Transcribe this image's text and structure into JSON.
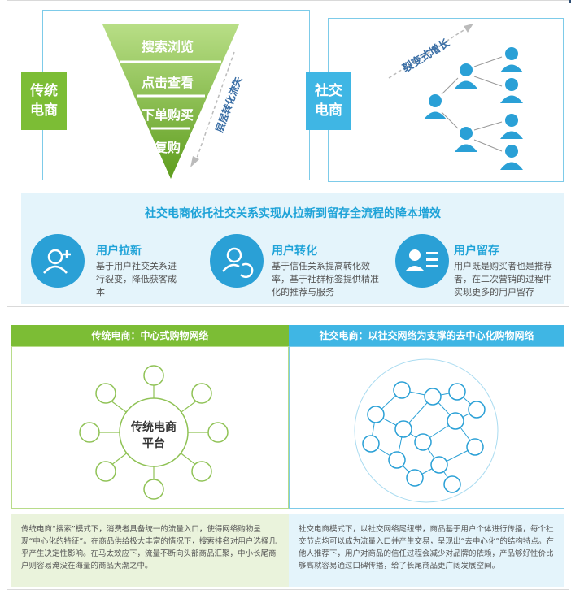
{
  "top": {
    "traditional_label": "传统\n电商",
    "social_label": "社交\n电商",
    "funnel_steps": [
      "搜索浏览",
      "点击查看",
      "下单购买",
      "复购"
    ],
    "funnel_arrow_label": "层层转化流失",
    "growth_arrow_label": "裂变式增长",
    "band_title": "社交电商依托社交关系实现从拉新到留存全流程的降本增效",
    "features": [
      {
        "title": "用户拉新",
        "desc": "基于用户社交关系进行裂变，降低获客成本",
        "icon": "add-user-icon"
      },
      {
        "title": "用户转化",
        "desc": "基于信任关系提高转化效率，基于社群标签提供精准化的推荐与服务",
        "icon": "refresh-user-icon"
      },
      {
        "title": "用户留存",
        "desc": "用户既是购买者也是推荐者，在二次营销的过程中实现更多的用户留存",
        "icon": "user-list-icon"
      }
    ]
  },
  "bottom": {
    "left_header": "传统电商：中心式购物网络",
    "right_header": "社交电商：以社交网络为支撑的去中心化购物网络",
    "center_label_line1": "传统电商",
    "center_label_line2": "平台",
    "left_text": "传统电商“搜索”模式下，消费者具备统一的流量入口，使得网络购物呈现“中心化的特征”。在商品供给极大丰富的情况下，搜索排名对用户选择几乎产生决定性影响。在马太效应下，流量不断向头部商品汇聚，中小长尾商户则容易淹没在海量的商品大潮之中。",
    "right_text": "社交电商模式下，以社交网络尾纽带，商品基于用户个体进行传播，每个社交节点均可以成为流量入口并产生交易，呈现出“去中心化”的结构特点。在他人推荐下，用户对商品的信任过程会减少对品牌的依赖，产品够好性价比够高就容易通过口碑传播，给了长尾商品更广阔发展空间。"
  },
  "colors": {
    "green": "#7cbd35",
    "blue": "#3fb6e4",
    "dark_blue": "#2aa0d6"
  }
}
